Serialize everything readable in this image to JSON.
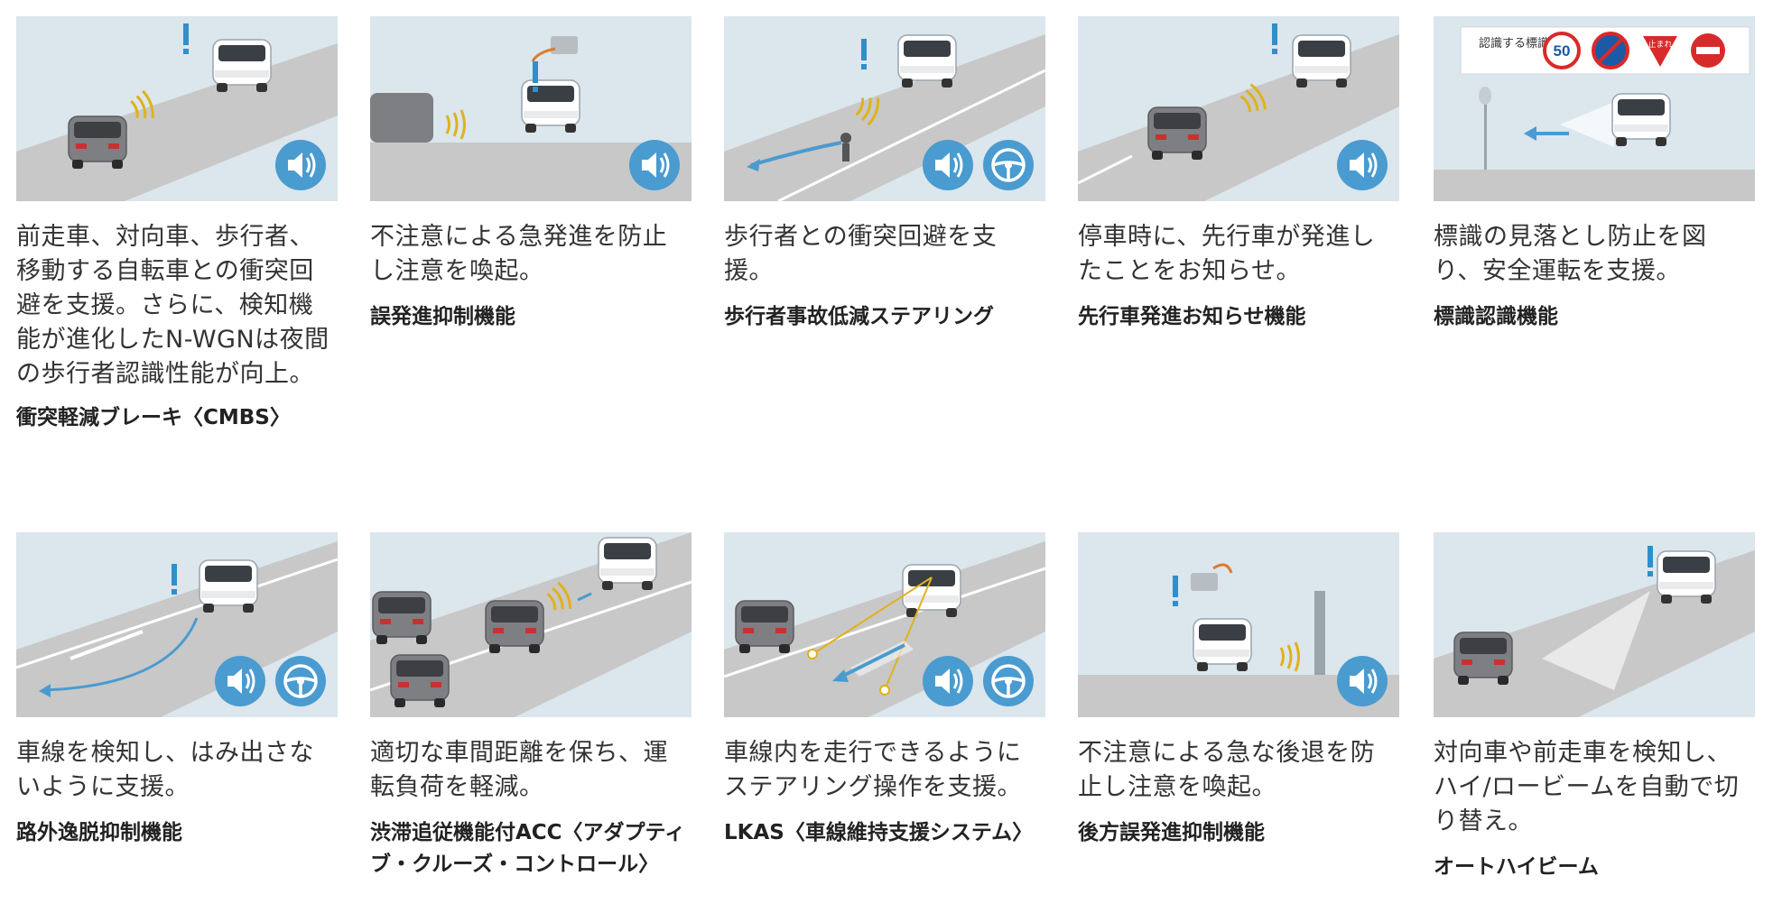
{
  "cards": [
    {
      "description": "前走車、対向車、歩行者、移動する自転車との衝突回避を支援。さらに、検知機能が進化したN-WGNは夜間の歩行者認識性能が向上。",
      "title": "衝突軽減ブレーキ〈CMBS〉",
      "icons": [
        "speaker-icon"
      ]
    },
    {
      "description": "不注意による急発進を防止し注意を喚起。",
      "title": "誤発進抑制機能",
      "icons": [
        "speaker-icon"
      ]
    },
    {
      "description": "歩行者との衝突回避を支援。",
      "title": "歩行者事故低減ステアリング",
      "icons": [
        "speaker-icon",
        "steering-wheel-icon"
      ]
    },
    {
      "description": "停車時に、先行車が発進したことをお知らせ。",
      "title": "先行車発進お知らせ機能",
      "icons": [
        "speaker-icon"
      ]
    },
    {
      "description": "標識の見落とし防止を図り、安全運転を支援。",
      "title": "標識認識機能",
      "sign_panel": {
        "label": "認識する標識",
        "speed_limit": "50",
        "stop_sign_text": "止まれ"
      }
    },
    {
      "description": "車線を検知し、はみ出さないように支援。",
      "title": "路外逸脱抑制機能",
      "icons": [
        "speaker-icon",
        "steering-wheel-icon"
      ]
    },
    {
      "description": "適切な車間距離を保ち、運転負荷を軽減。",
      "title": "渋滞追従機能付ACC〈アダプティブ・クルーズ・コントロール〉"
    },
    {
      "description": "車線内を走行できるようにステアリング操作を支援。",
      "title": "LKAS〈車線維持支援システム〉",
      "icons": [
        "speaker-icon",
        "steering-wheel-icon"
      ]
    },
    {
      "description": "不注意による急な後退を防止し注意を喚起。",
      "title": "後方誤発進抑制機能",
      "icons": [
        "speaker-icon"
      ]
    },
    {
      "description": "対向車や前走車を検知し、ハイ/ロービームを自動で切り替え。",
      "title": "オートハイビーム"
    }
  ],
  "colors": {
    "sky": "#dbe6ed",
    "road": "#c8c8c8",
    "accent": "#2f8fc9",
    "icon_bg": "#4a9bd0",
    "signal": "#e0b21a"
  }
}
